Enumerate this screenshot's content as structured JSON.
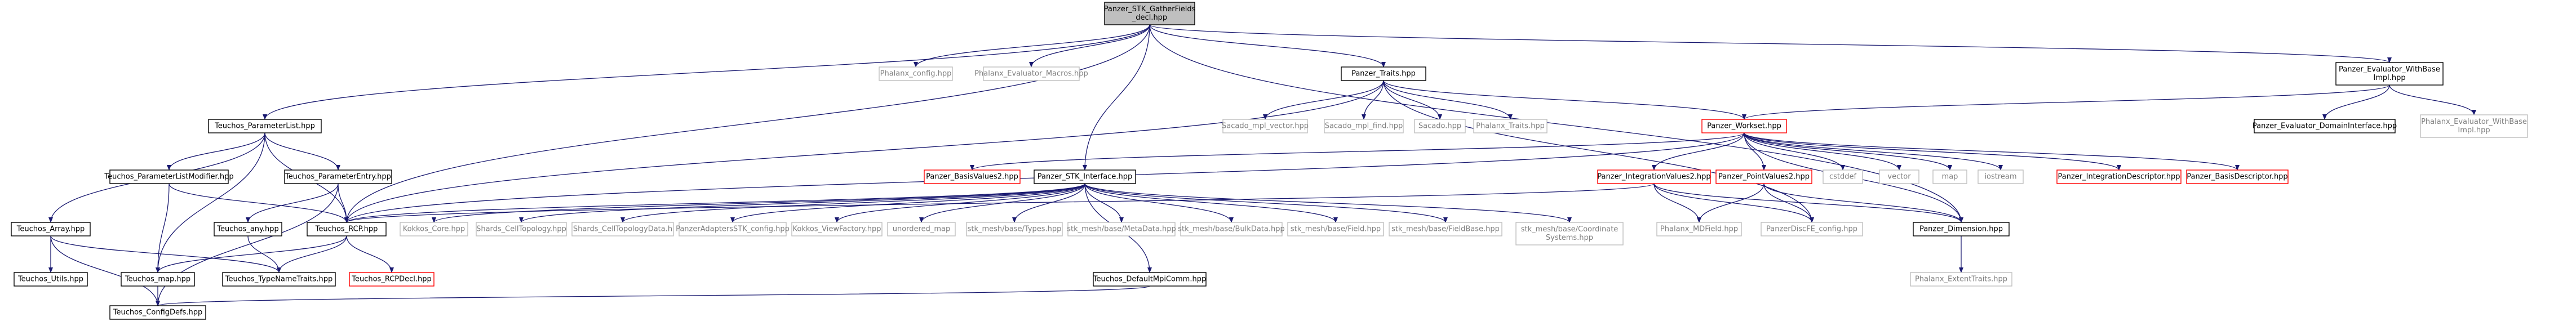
{
  "diagram": {
    "colors": {
      "edge": "#191970",
      "normal_border": "#000000",
      "normal_text": "#000000",
      "root_fill": "#bfbfbf",
      "external_border": "#bfbfbf",
      "external_text": "#808080",
      "truncated_border": "#ff0000",
      "truncated_text": "#000000"
    },
    "nodes": [
      {
        "id": "gather",
        "lines": [
          "Panzer_STK_GatherFields",
          "_decl.hpp"
        ],
        "kind": "root"
      },
      {
        "id": "phx_config",
        "lines": [
          "Phalanx_config.hpp"
        ],
        "kind": "external"
      },
      {
        "id": "phx_eval_macros",
        "lines": [
          "Phalanx_Evaluator_Macros.hpp"
        ],
        "kind": "external"
      },
      {
        "id": "traits",
        "lines": [
          "Panzer_Traits.hpp"
        ],
        "kind": "normal"
      },
      {
        "id": "eval_wb",
        "lines": [
          "Panzer_Evaluator_WithBase",
          "Impl.hpp"
        ],
        "kind": "normal"
      },
      {
        "id": "paramlist",
        "lines": [
          "Teuchos_ParameterList.hpp"
        ],
        "kind": "normal"
      },
      {
        "id": "stk_interface",
        "lines": [
          "Panzer_STK_Interface.hpp"
        ],
        "kind": "normal"
      },
      {
        "id": "sacado_mpt_vector",
        "lines": [
          "Sacado_mpl_vector.hpp"
        ],
        "kind": "external"
      },
      {
        "id": "sacado_mpt_find",
        "lines": [
          "Sacado_mpl_find.hpp"
        ],
        "kind": "external"
      },
      {
        "id": "sacado",
        "lines": [
          "Sacado.hpp"
        ],
        "kind": "external"
      },
      {
        "id": "phx_traits",
        "lines": [
          "Phalanx_Traits.hpp"
        ],
        "kind": "external"
      },
      {
        "id": "workset",
        "lines": [
          "Panzer_Workset.hpp"
        ],
        "kind": "truncated"
      },
      {
        "id": "eval_domain",
        "lines": [
          "Panzer_Evaluator_DomainInterface.hpp"
        ],
        "kind": "normal"
      },
      {
        "id": "phx_eval_wb",
        "lines": [
          "Phalanx_Evaluator_WithBase",
          "Impl.hpp"
        ],
        "kind": "external"
      },
      {
        "id": "plist_modifier",
        "lines": [
          "Teuchos_ParameterListModifier.hpp"
        ],
        "kind": "normal"
      },
      {
        "id": "param_entry",
        "lines": [
          "Teuchos_ParameterEntry.hpp"
        ],
        "kind": "normal"
      },
      {
        "id": "basis_values2",
        "lines": [
          "Panzer_BasisValues2.hpp"
        ],
        "kind": "truncated"
      },
      {
        "id": "int_values2",
        "lines": [
          "Panzer_IntegrationValues2.hpp"
        ],
        "kind": "truncated"
      },
      {
        "id": "point_values2",
        "lines": [
          "Panzer_PointValues2.hpp"
        ],
        "kind": "truncated"
      },
      {
        "id": "cstddef",
        "lines": [
          "cstddef"
        ],
        "kind": "external"
      },
      {
        "id": "vector",
        "lines": [
          "vector"
        ],
        "kind": "external"
      },
      {
        "id": "map",
        "lines": [
          "map"
        ],
        "kind": "external"
      },
      {
        "id": "iostream",
        "lines": [
          "iostream"
        ],
        "kind": "external"
      },
      {
        "id": "int_descriptor",
        "lines": [
          "Panzer_IntegrationDescriptor.hpp"
        ],
        "kind": "truncated"
      },
      {
        "id": "basis_descriptor",
        "lines": [
          "Panzer_BasisDescriptor.hpp"
        ],
        "kind": "truncated"
      },
      {
        "id": "teuchos_array",
        "lines": [
          "Teuchos_Array.hpp"
        ],
        "kind": "normal"
      },
      {
        "id": "teuchos_any",
        "lines": [
          "Teuchos_any.hpp"
        ],
        "kind": "normal"
      },
      {
        "id": "teuchos_rcp",
        "lines": [
          "Teuchos_RCP.hpp"
        ],
        "kind": "normal"
      },
      {
        "id": "kokkos_core",
        "lines": [
          "Kokkos_Core.hpp"
        ],
        "kind": "external"
      },
      {
        "id": "shards_celltopology",
        "lines": [
          "Shards_CellTopology.hpp"
        ],
        "kind": "external"
      },
      {
        "id": "shards_celltopologydata",
        "lines": [
          "Shards_CellTopologyData.h"
        ],
        "kind": "external"
      },
      {
        "id": "panzer_adapters_cfg",
        "lines": [
          "PanzerAdaptersSTK_config.hpp"
        ],
        "kind": "external"
      },
      {
        "id": "kokkos_viewfactory",
        "lines": [
          "Kokkos_ViewFactory.hpp"
        ],
        "kind": "external"
      },
      {
        "id": "unordered_map",
        "lines": [
          "unordered_map"
        ],
        "kind": "external"
      },
      {
        "id": "stk_types",
        "lines": [
          "stk_mesh/base/Types.hpp"
        ],
        "kind": "external"
      },
      {
        "id": "stk_metadata",
        "lines": [
          "stk_mesh/base/MetaData.hpp"
        ],
        "kind": "external"
      },
      {
        "id": "stk_bulkdata",
        "lines": [
          "stk_mesh/base/BulkData.hpp"
        ],
        "kind": "external"
      },
      {
        "id": "stk_field",
        "lines": [
          "stk_mesh/base/Field.hpp"
        ],
        "kind": "external"
      },
      {
        "id": "stk_fieldbase",
        "lines": [
          "stk_mesh/base/FieldBase.hpp"
        ],
        "kind": "external"
      },
      {
        "id": "stk_coord",
        "lines": [
          "stk_mesh/base/Coordinate",
          "Systems.hpp"
        ],
        "kind": "external"
      },
      {
        "id": "phx_mdfield",
        "lines": [
          "Phalanx_MDField.hpp"
        ],
        "kind": "external"
      },
      {
        "id": "panzer_discfe_cfg",
        "lines": [
          "PanzerDiscFE_config.hpp"
        ],
        "kind": "external"
      },
      {
        "id": "panzer_dimension",
        "lines": [
          "Panzer_Dimension.hpp"
        ],
        "kind": "normal"
      },
      {
        "id": "teuchos_utils",
        "lines": [
          "Teuchos_Utils.hpp"
        ],
        "kind": "normal"
      },
      {
        "id": "teuchos_map",
        "lines": [
          "Teuchos_map.hpp"
        ],
        "kind": "normal"
      },
      {
        "id": "teuchos_typenametraits",
        "lines": [
          "Teuchos_TypeNameTraits.hpp"
        ],
        "kind": "normal"
      },
      {
        "id": "teuchos_rcpdecl",
        "lines": [
          "Teuchos_RCPDecl.hpp"
        ],
        "kind": "truncated"
      },
      {
        "id": "teuchos_defaultmpicomm",
        "lines": [
          "Teuchos_DefaultMpiComm.hpp"
        ],
        "kind": "normal"
      },
      {
        "id": "phx_extenttraits",
        "lines": [
          "Phalanx_ExtentTraits.hpp"
        ],
        "kind": "external"
      },
      {
        "id": "teuchos_configdefs",
        "lines": [
          "Teuchos_ConfigDefs.hpp"
        ],
        "kind": "normal"
      }
    ],
    "edges": [
      [
        "gather",
        "phx_config"
      ],
      [
        "gather",
        "phx_eval_macros"
      ],
      [
        "gather",
        "traits"
      ],
      [
        "gather",
        "eval_wb"
      ],
      [
        "gather",
        "paramlist"
      ],
      [
        "gather",
        "stk_interface"
      ],
      [
        "gather",
        "panzer_dimension"
      ],
      [
        "gather",
        "teuchos_rcp"
      ],
      [
        "traits",
        "sacado_mpt_vector"
      ],
      [
        "traits",
        "sacado_mpt_find"
      ],
      [
        "traits",
        "sacado"
      ],
      [
        "traits",
        "phx_traits"
      ],
      [
        "traits",
        "workset"
      ],
      [
        "traits",
        "teuchos_rcp"
      ],
      [
        "traits",
        "panzer_discfe_cfg"
      ],
      [
        "eval_wb",
        "eval_domain"
      ],
      [
        "eval_wb",
        "phx_eval_wb"
      ],
      [
        "eval_wb",
        "workset"
      ],
      [
        "paramlist",
        "plist_modifier"
      ],
      [
        "paramlist",
        "param_entry"
      ],
      [
        "paramlist",
        "teuchos_array"
      ],
      [
        "paramlist",
        "teuchos_rcp"
      ],
      [
        "paramlist",
        "teuchos_map"
      ],
      [
        "stk_interface",
        "teuchos_rcp"
      ],
      [
        "stk_interface",
        "kokkos_core"
      ],
      [
        "stk_interface",
        "shards_celltopology"
      ],
      [
        "stk_interface",
        "shards_celltopologydata"
      ],
      [
        "stk_interface",
        "panzer_adapters_cfg"
      ],
      [
        "stk_interface",
        "kokkos_viewfactory"
      ],
      [
        "stk_interface",
        "unordered_map"
      ],
      [
        "stk_interface",
        "stk_types"
      ],
      [
        "stk_interface",
        "stk_metadata"
      ],
      [
        "stk_interface",
        "stk_bulkdata"
      ],
      [
        "stk_interface",
        "stk_field"
      ],
      [
        "stk_interface",
        "stk_fieldbase"
      ],
      [
        "stk_interface",
        "stk_coord"
      ],
      [
        "stk_interface",
        "teuchos_defaultmpicomm"
      ],
      [
        "workset",
        "basis_values2"
      ],
      [
        "workset",
        "int_values2"
      ],
      [
        "workset",
        "point_values2"
      ],
      [
        "workset",
        "cstddef"
      ],
      [
        "workset",
        "vector"
      ],
      [
        "workset",
        "map"
      ],
      [
        "workset",
        "iostream"
      ],
      [
        "workset",
        "int_descriptor"
      ],
      [
        "workset",
        "basis_descriptor"
      ],
      [
        "workset",
        "panzer_dimension"
      ],
      [
        "workset",
        "teuchos_rcp"
      ],
      [
        "plist_modifier",
        "teuchos_rcp"
      ],
      [
        "plist_modifier",
        "teuchos_map"
      ],
      [
        "param_entry",
        "teuchos_any"
      ],
      [
        "param_entry",
        "teuchos_rcp"
      ],
      [
        "param_entry",
        "teuchos_configdefs"
      ],
      [
        "int_values2",
        "teuchos_rcp"
      ],
      [
        "int_values2",
        "phx_mdfield"
      ],
      [
        "int_values2",
        "panzer_discfe_cfg"
      ],
      [
        "int_values2",
        "panzer_dimension"
      ],
      [
        "point_values2",
        "phx_mdfield"
      ],
      [
        "point_values2",
        "panzer_discfe_cfg"
      ],
      [
        "point_values2",
        "panzer_dimension"
      ],
      [
        "teuchos_array",
        "teuchos_utils"
      ],
      [
        "teuchos_array",
        "teuchos_typenametraits"
      ],
      [
        "teuchos_array",
        "teuchos_configdefs"
      ],
      [
        "teuchos_any",
        "teuchos_typenametraits"
      ],
      [
        "teuchos_rcp",
        "teuchos_map"
      ],
      [
        "teuchos_rcp",
        "teuchos_typenametraits"
      ],
      [
        "teuchos_rcp",
        "teuchos_rcpdecl"
      ],
      [
        "teuchos_map",
        "teuchos_configdefs"
      ],
      [
        "teuchos_defaultmpicomm",
        "teuchos_configdefs"
      ],
      [
        "panzer_dimension",
        "phx_extenttraits"
      ]
    ]
  }
}
